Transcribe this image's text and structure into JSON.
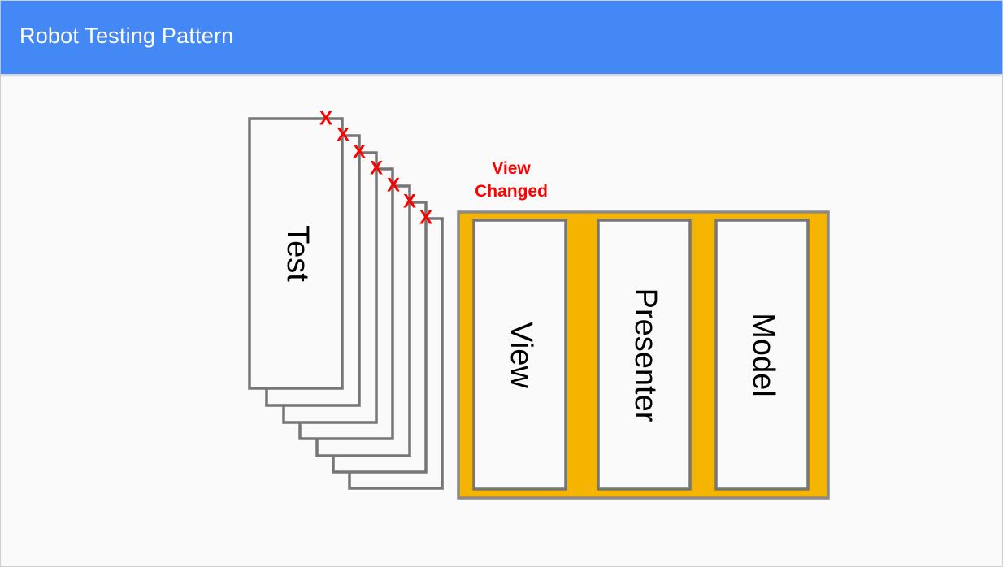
{
  "header": {
    "title": "Robot Testing Pattern",
    "background_color": "#4488f6"
  },
  "diagram": {
    "test_label": "Test",
    "fail_mark": "X",
    "fail_mark_color": "#ff0000",
    "note": {
      "line1": "View",
      "line2": "Changed"
    },
    "layers": [
      {
        "label": "View"
      },
      {
        "label": "Presenter"
      },
      {
        "label": "Model"
      }
    ],
    "layers_background_color": "#f4b400",
    "outline_color": "#767676"
  }
}
